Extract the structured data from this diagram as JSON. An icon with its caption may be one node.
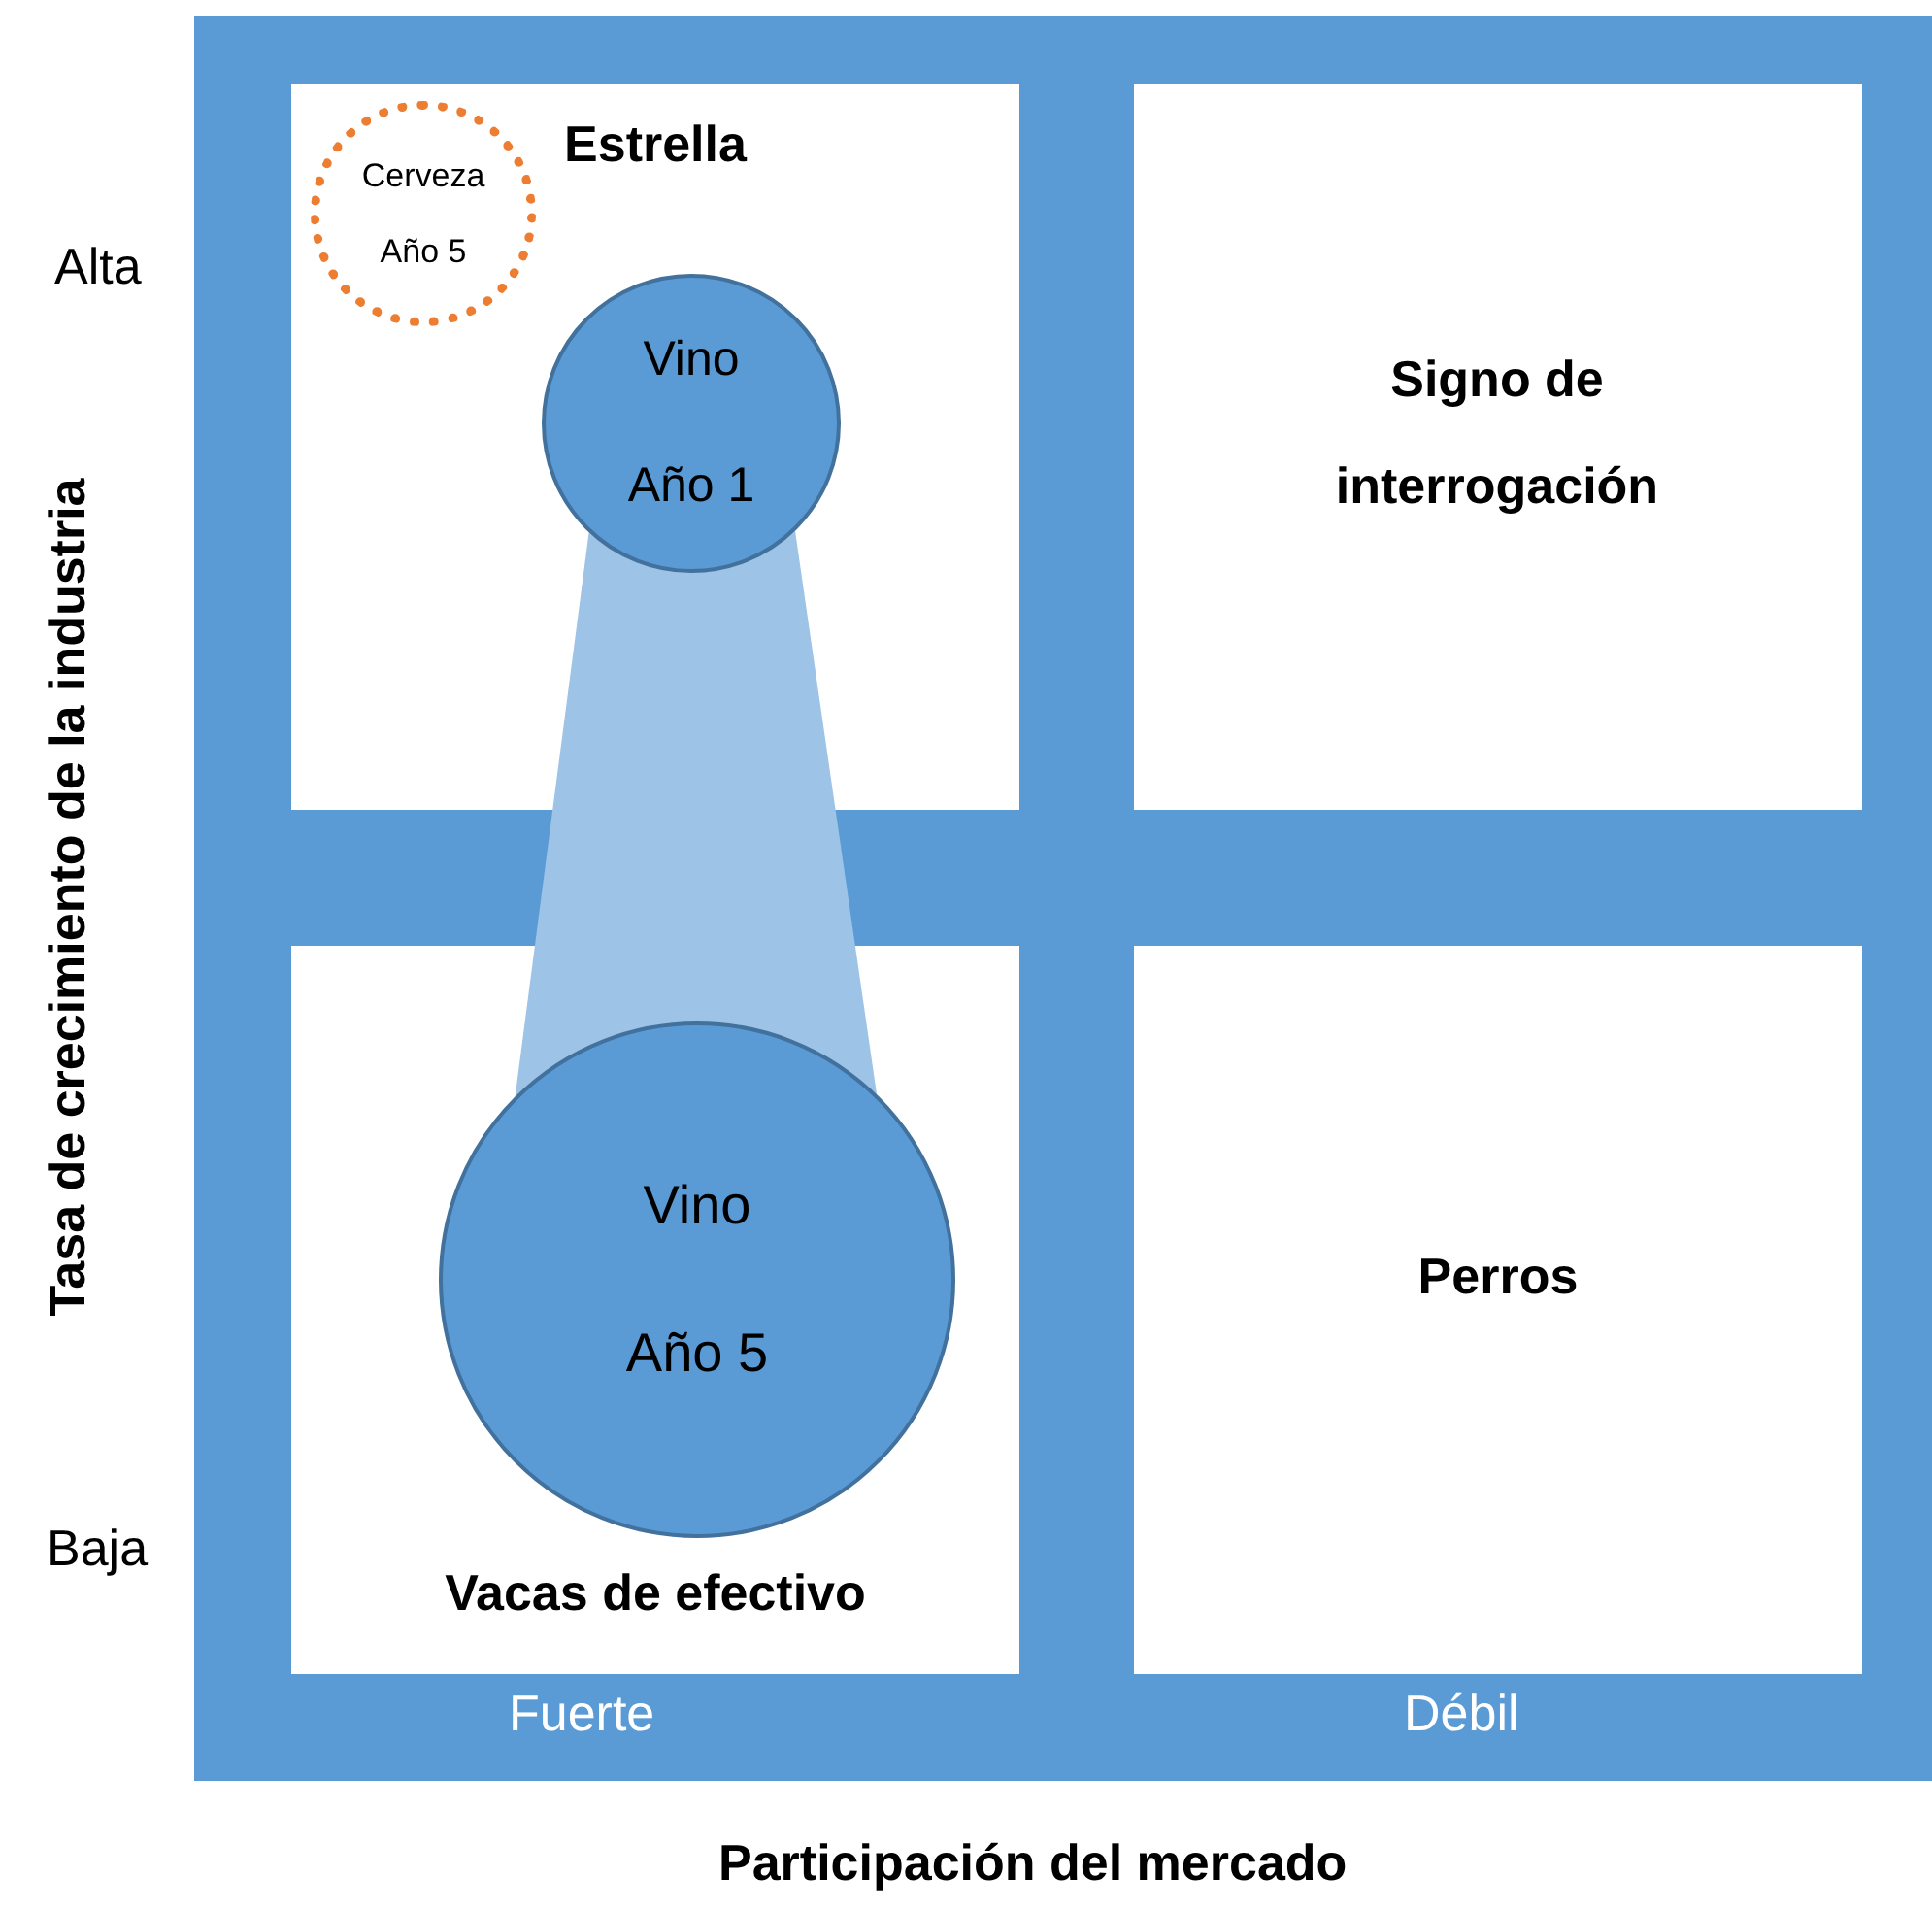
{
  "diagram": {
    "nodes": [
      {
        "text": [
          "Estrella"
        ]
      },
      {
        "text": [
          "Cerveza Año 5"
        ],
        "in": 0
      },
      {
        "text": [
          "Vino Año 1"
        ],
        "in": 0
      },
      {
        "text": [
          "Signo de interrogación"
        ]
      },
      {
        "text": [
          "Vacas de efectivo"
        ]
      },
      {
        "text": [
          "Vino Año 5"
        ],
        "in": 4
      },
      {
        "text": [
          "Perros"
        ]
      }
    ],
    "edges": [
      {
        "from": 2,
        "to": 5,
        "arrow": "none",
        "style": "thick"
      }
    ],
    "labels": [
      "Alta",
      "Baja",
      "Tasa de crecimiento de la industria",
      "Fuerte",
      "Débil",
      "Participación del mercado"
    ]
  }
}
